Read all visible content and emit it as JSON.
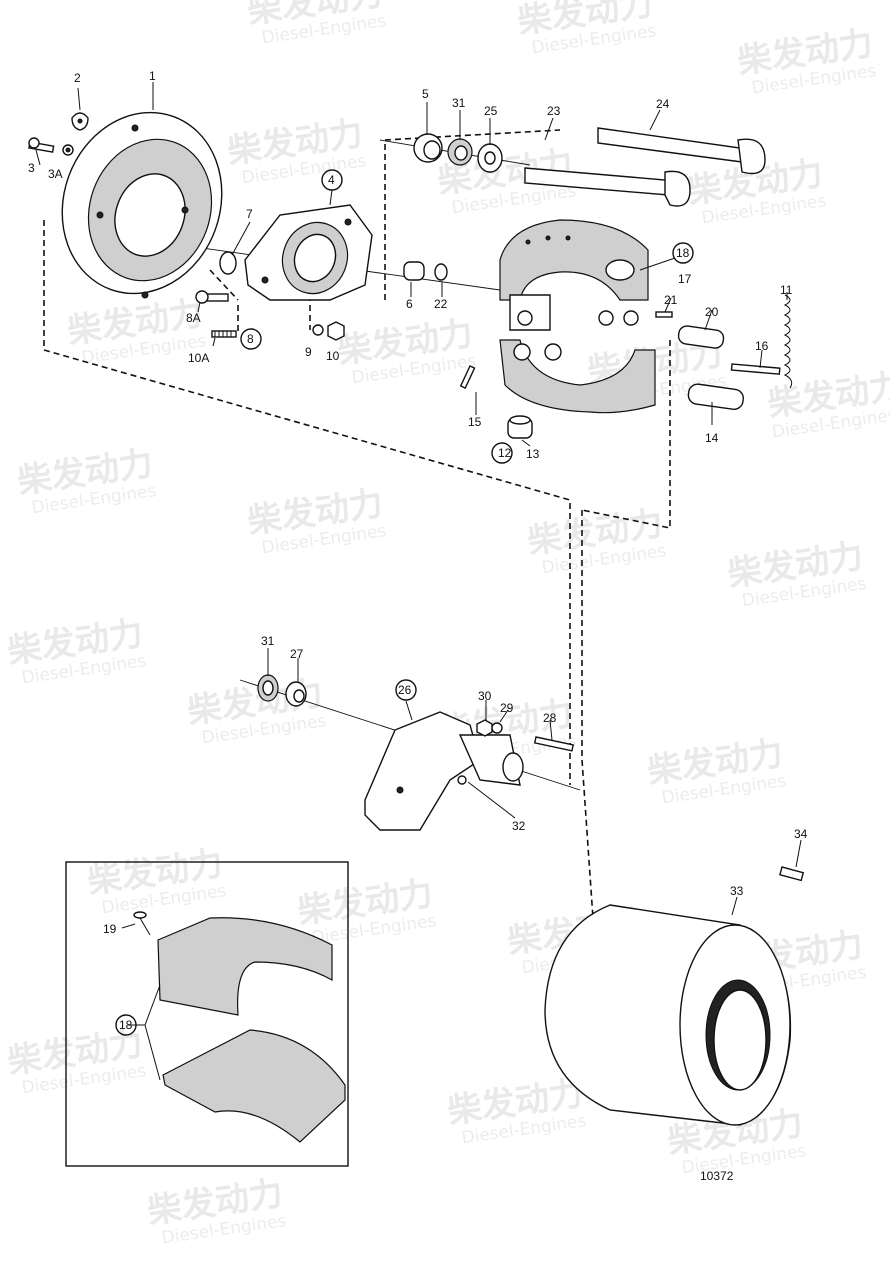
{
  "watermark": {
    "chinese": "柴发动力",
    "english": "Diesel-Engines"
  },
  "drawing_number": "10372",
  "labels": {
    "p1": "1",
    "p2": "2",
    "p3": "3",
    "p3a": "3A",
    "p4": "4",
    "p5": "5",
    "p6": "6",
    "p7": "7",
    "p8": "8",
    "p8a": "8A",
    "p9": "9",
    "p10": "10",
    "p10a": "10A",
    "p11": "11",
    "p12": "12",
    "p13": "13",
    "p14": "14",
    "p15": "15",
    "p16": "16",
    "p17": "17",
    "p18": "18",
    "p18b": "18",
    "p19": "19",
    "p20": "20",
    "p21": "21",
    "p22": "22",
    "p23": "23",
    "p24": "24",
    "p25": "25",
    "p26": "26",
    "p27": "27",
    "p28": "28",
    "p29": "29",
    "p30": "30",
    "p31": "31",
    "p31b": "31",
    "p32": "32",
    "p33": "33",
    "p34": "34"
  }
}
